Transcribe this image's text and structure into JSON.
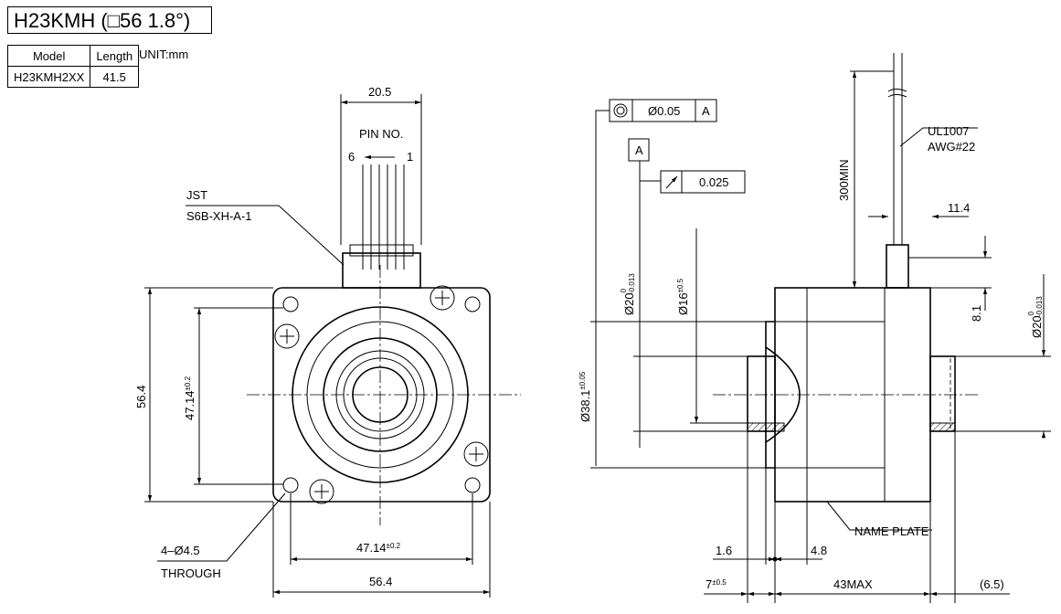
{
  "title": "H23KMH (□56 1.8°)",
  "spec_table": {
    "headers": [
      "Model",
      "Length"
    ],
    "rows": [
      [
        "H23KMH2XX",
        "41.5"
      ]
    ]
  },
  "unit": "UNIT:mm",
  "front_view": {
    "connector_width": "20.5",
    "pin_label": "PIN NO.",
    "pin_left": "6",
    "pin_right": "1",
    "connector_label_1": "JST",
    "connector_label_2": "S6B-XH-A-1",
    "height": "56.4",
    "hole_pitch_v": "47.14",
    "hole_pitch_v_tol": "±0.2",
    "hole_pitch_h": "47.14",
    "hole_pitch_h_tol": "±0.2",
    "width": "56.4",
    "holes_label": "4–Ø4.5",
    "holes_label_2": "THROUGH"
  },
  "side_view": {
    "concentricity_value": "Ø0.05",
    "concentricity_datum": "A",
    "datum": "A",
    "runout_value": "0.025",
    "lead_label_1": "UL1007",
    "lead_label_2": "AWG#22",
    "lead_length": "300MIN",
    "lead_offset": "11.4",
    "lead_height": "8.1",
    "shaft_dia_left": "Ø20",
    "shaft_dia_left_tol_upper": "0",
    "shaft_dia_left_tol_lower": "-0.013",
    "boss_dia": "Ø16",
    "boss_dia_tol": "±0.5",
    "pilot_dia": "Ø38.1",
    "pilot_dia_tol": "±0.05",
    "shaft_dia_right": "Ø20",
    "shaft_dia_right_tol_upper": "0",
    "shaft_dia_right_tol_lower": "-0.013",
    "name_plate": "NAME PLATE",
    "dim_1_6": "1.6",
    "dim_4_8": "4.8",
    "dim_7": "7",
    "dim_7_tol": "±0.5",
    "body_length": "43MAX",
    "rear_shaft": "(6.5)"
  }
}
